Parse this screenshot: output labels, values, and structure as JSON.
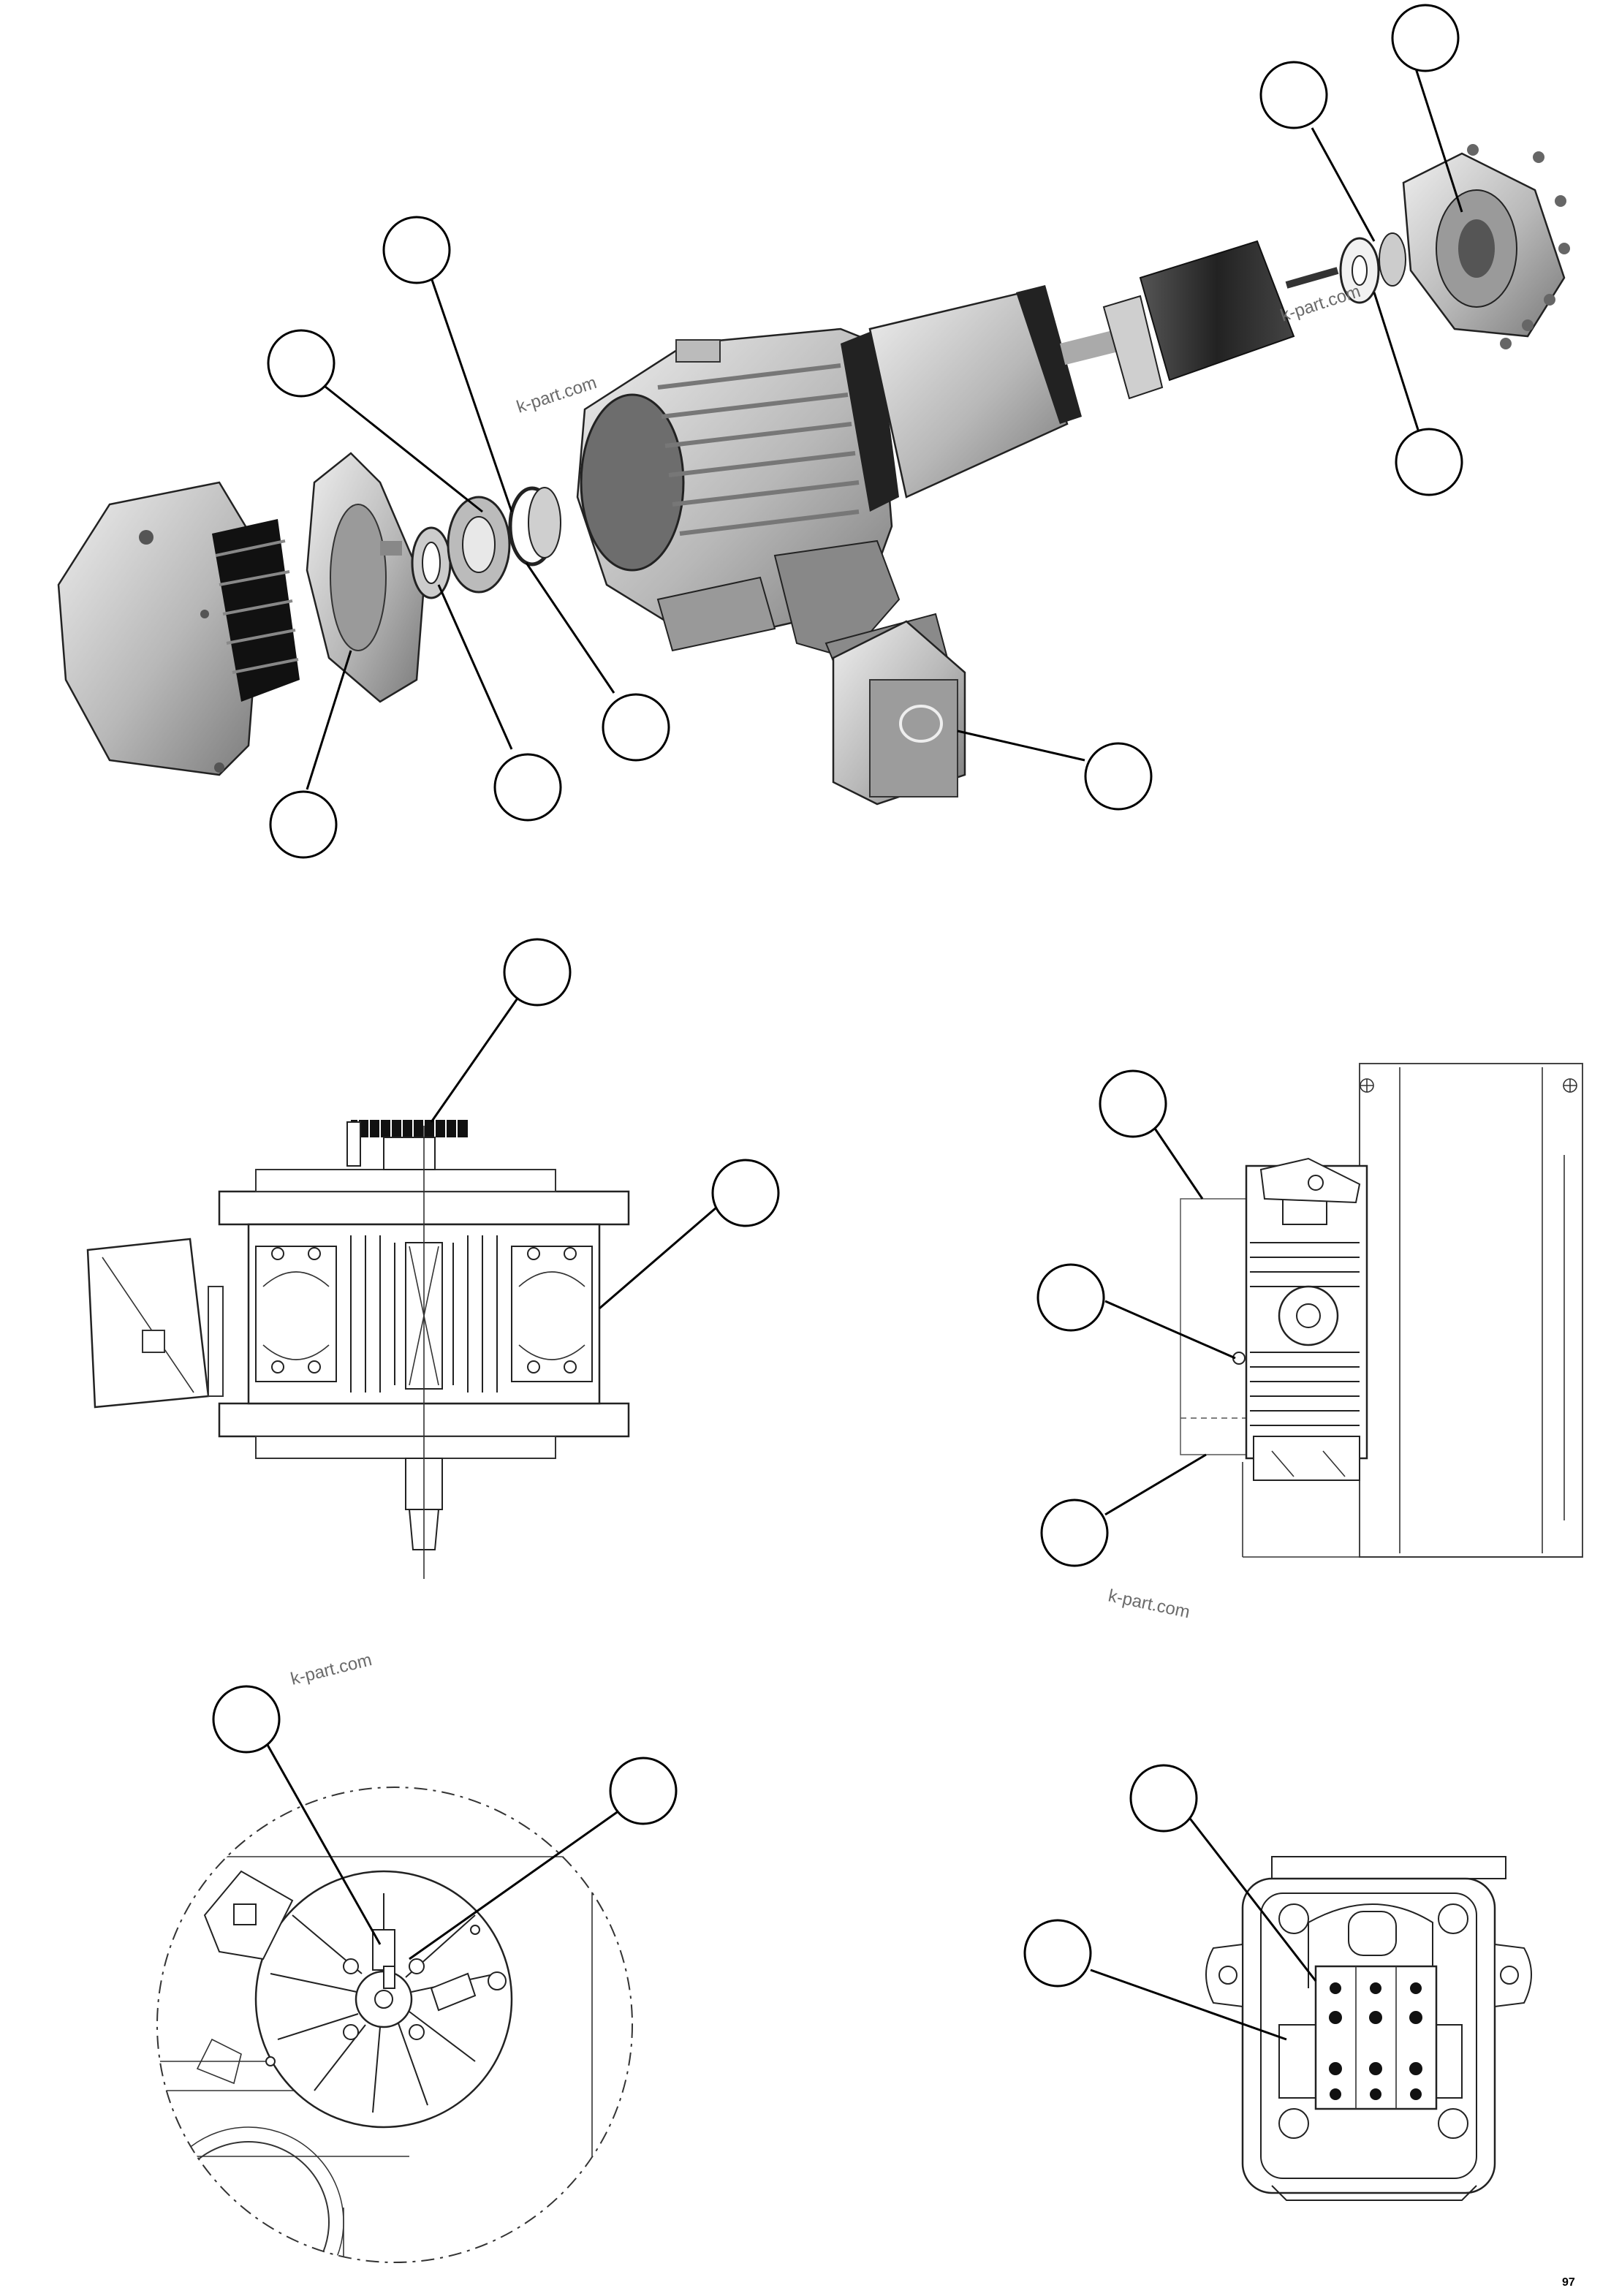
{
  "watermarks": [
    "k-part.com",
    "k-part.com",
    "k-part.com",
    "k-part.com"
  ],
  "page_code": "97",
  "colors": {
    "line": "#000000",
    "metal_light": "#d9d9d9",
    "metal_mid": "#a6a6a6",
    "metal_dark": "#3a3a3a",
    "watermark": "#6a6a6a"
  },
  "views": [
    {
      "name": "exploded-motor-view",
      "callouts": 9
    },
    {
      "name": "motor-top-view",
      "callouts": 2
    },
    {
      "name": "motor-side-view",
      "callouts": 3
    },
    {
      "name": "brake-detail-view",
      "callouts": 2
    },
    {
      "name": "terminal-box-view",
      "callouts": 2
    }
  ]
}
